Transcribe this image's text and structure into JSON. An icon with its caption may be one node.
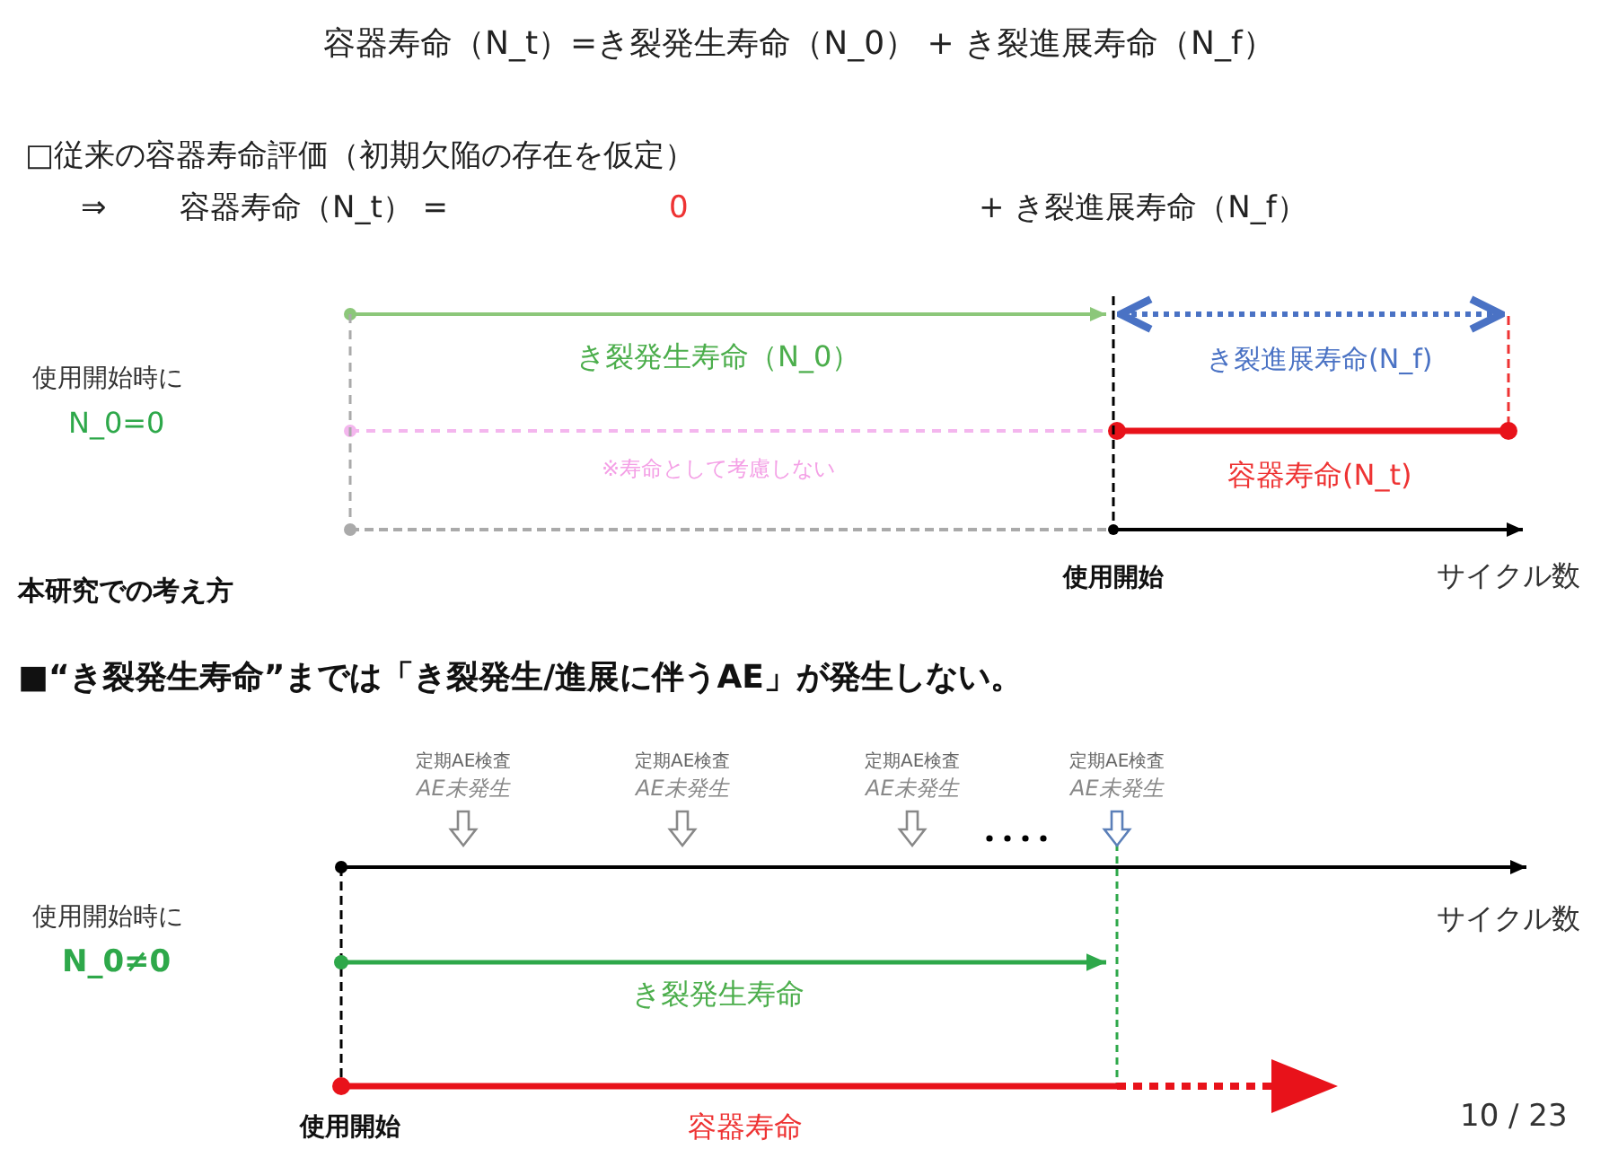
{
  "diagram": {
    "labels": [
      "容器寿命（N_t）=き裂発生寿命（N_0） + き裂進展寿命（N_f）",
      "□従来の容器寿命評価（初期欠陥の存在を仮定）",
      "⇒",
      "容器寿命（N_t） =",
      "0",
      "+ き裂進展寿命（N_f）",
      "き裂発生寿命（N_0）",
      "き裂進展寿命(N_f)",
      "使用開始時に",
      "N_0=0",
      "※寿命として考慮しない",
      "容器寿命(N_t)",
      "本研究での考え方",
      "使用開始",
      "サイクル数",
      "■“き裂発生寿命”までは「き裂発生/進展に伴うAE」が発生しない。",
      "定期AE検査",
      "AE未発生",
      "定期AE検査",
      "AE未発生",
      "定期AE検査",
      "AE未発生",
      "定期AE検査",
      "AE未発生",
      "使用開始時に",
      "サイクル数",
      "N_0≠0",
      "き裂発生寿命",
      "使用開始",
      "容器寿命",
      "10 / 23"
    ]
  }
}
